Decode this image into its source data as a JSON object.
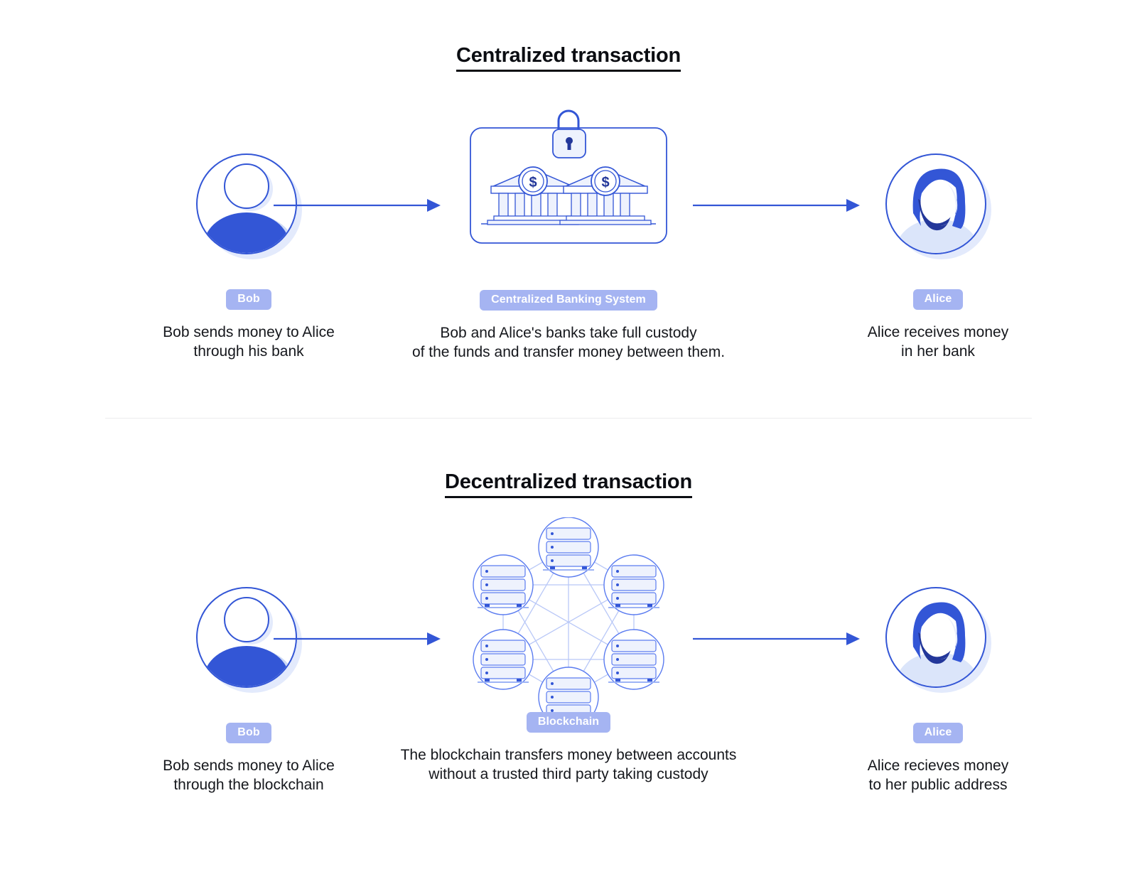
{
  "sections": [
    {
      "title": "Centralized transaction",
      "left": {
        "badge": "Bob",
        "caption": "Bob sends money to Alice\nthrough his bank",
        "avatar": "person-male-avatar-icon"
      },
      "middle": {
        "badge": "Centralized Banking System",
        "caption": "Bob and Alice's banks take full custody\nof the funds and transfer money between them.",
        "visual": "locked-banks-icon"
      },
      "right": {
        "badge": "Alice",
        "caption": "Alice receives money\nin her bank",
        "avatar": "person-female-avatar-icon"
      },
      "arrows": [
        "arrow-right-icon",
        "arrow-right-icon"
      ]
    },
    {
      "title": "Decentralized transaction",
      "left": {
        "badge": "Bob",
        "caption": "Bob sends money to Alice\nthrough the blockchain",
        "avatar": "person-male-avatar-icon"
      },
      "middle": {
        "badge": "Blockchain",
        "caption": "The blockchain transfers money between accounts\nwithout a trusted third party taking custody",
        "visual": "peer-to-peer-network-icon"
      },
      "right": {
        "badge": "Alice",
        "caption": "Alice recieves money\nto her public address",
        "avatar": "person-female-avatar-icon"
      },
      "arrows": [
        "arrow-right-icon",
        "arrow-right-icon"
      ]
    }
  ],
  "colors": {
    "accent_blue": "#3356d6",
    "line_blue": "#5b7cf0",
    "badge_bg": "#a5b4f2",
    "pale_blue": "#dbe3fb",
    "dark_navy": "#23379a",
    "text": "#15171c",
    "divider": "#ececee"
  }
}
